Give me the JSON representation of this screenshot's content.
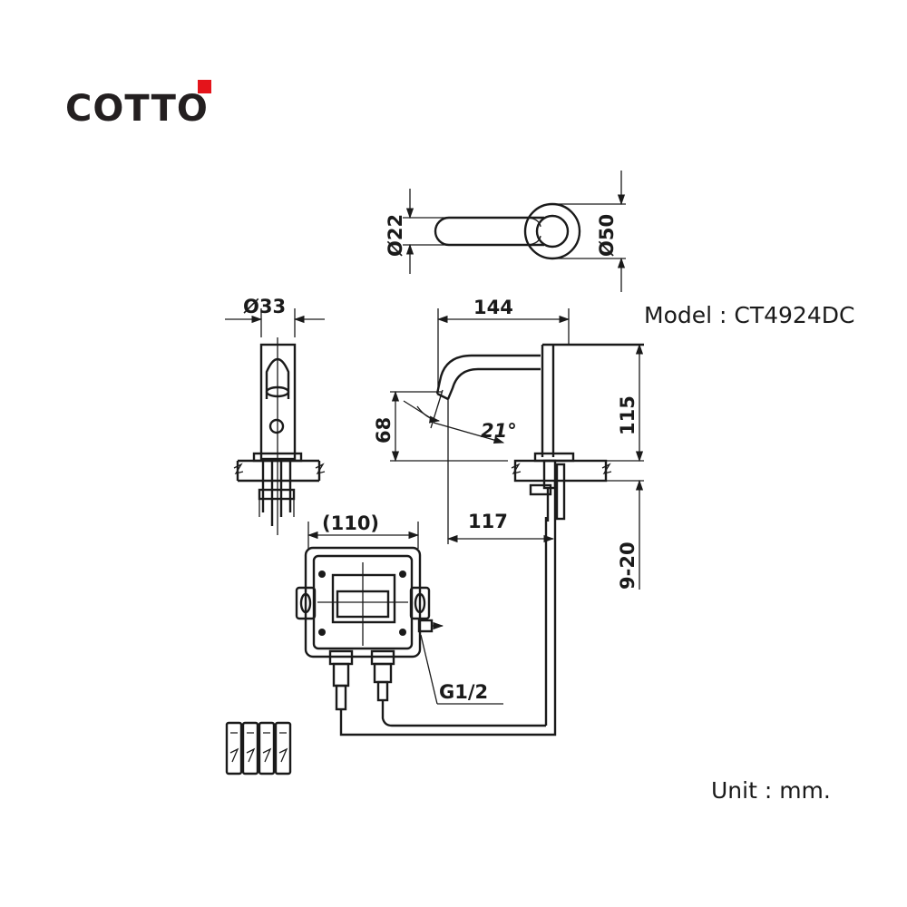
{
  "brand": {
    "name": "COTTO",
    "accent": "#e4141b"
  },
  "model": {
    "label": "Model : CT4924DC"
  },
  "unit": {
    "label": "Unit : mm."
  },
  "dimensions": {
    "spout_dia": "Ø22",
    "base_dia": "Ø50",
    "side_dia": "Ø33",
    "reach": "144",
    "height": "115",
    "outlet_height": "68",
    "angle": "21°",
    "center": "117",
    "counter_thickness": "9-20",
    "box_width": "(110)",
    "thread": "G1/2"
  }
}
